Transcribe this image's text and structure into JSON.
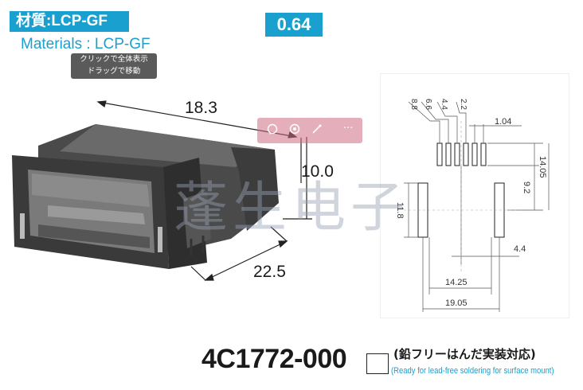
{
  "header": {
    "material_badge": "材質:LCP-GF",
    "pitch_badge": "0.64",
    "materials_en": "Materials : LCP-GF"
  },
  "tooltip": {
    "line1": "クリックで全体表示",
    "line2": "ドラッグで移動"
  },
  "toolbar": {
    "icons": [
      "comment-icon",
      "lens-icon",
      "magic-wand-icon",
      "more-icon"
    ]
  },
  "drawing_3d": {
    "dim_length": "18.3",
    "dim_height": "10.0",
    "dim_depth": "22.5"
  },
  "footprint": {
    "top_dims": [
      "8.8",
      "6.6",
      "4.4",
      "2.2"
    ],
    "dim_pitch": "1.04",
    "dim_14_05": "14.05",
    "dim_9_2": "9.2",
    "dim_11_8": "11.8",
    "dim_4_4": "4.4",
    "dim_14_25": "14.25",
    "dim_19_05": "19.05"
  },
  "watermark": "蓬生电子",
  "footer": {
    "part_number": "4C1772-000",
    "note_jp": "(鉛フリーはんだ実装対応)",
    "note_en": "(Ready for lead-free soldering for surface mount)"
  },
  "colors": {
    "accent": "#1aa0cf",
    "toolbar": "#cd6e82",
    "tooltip": "#5a5a5a"
  }
}
